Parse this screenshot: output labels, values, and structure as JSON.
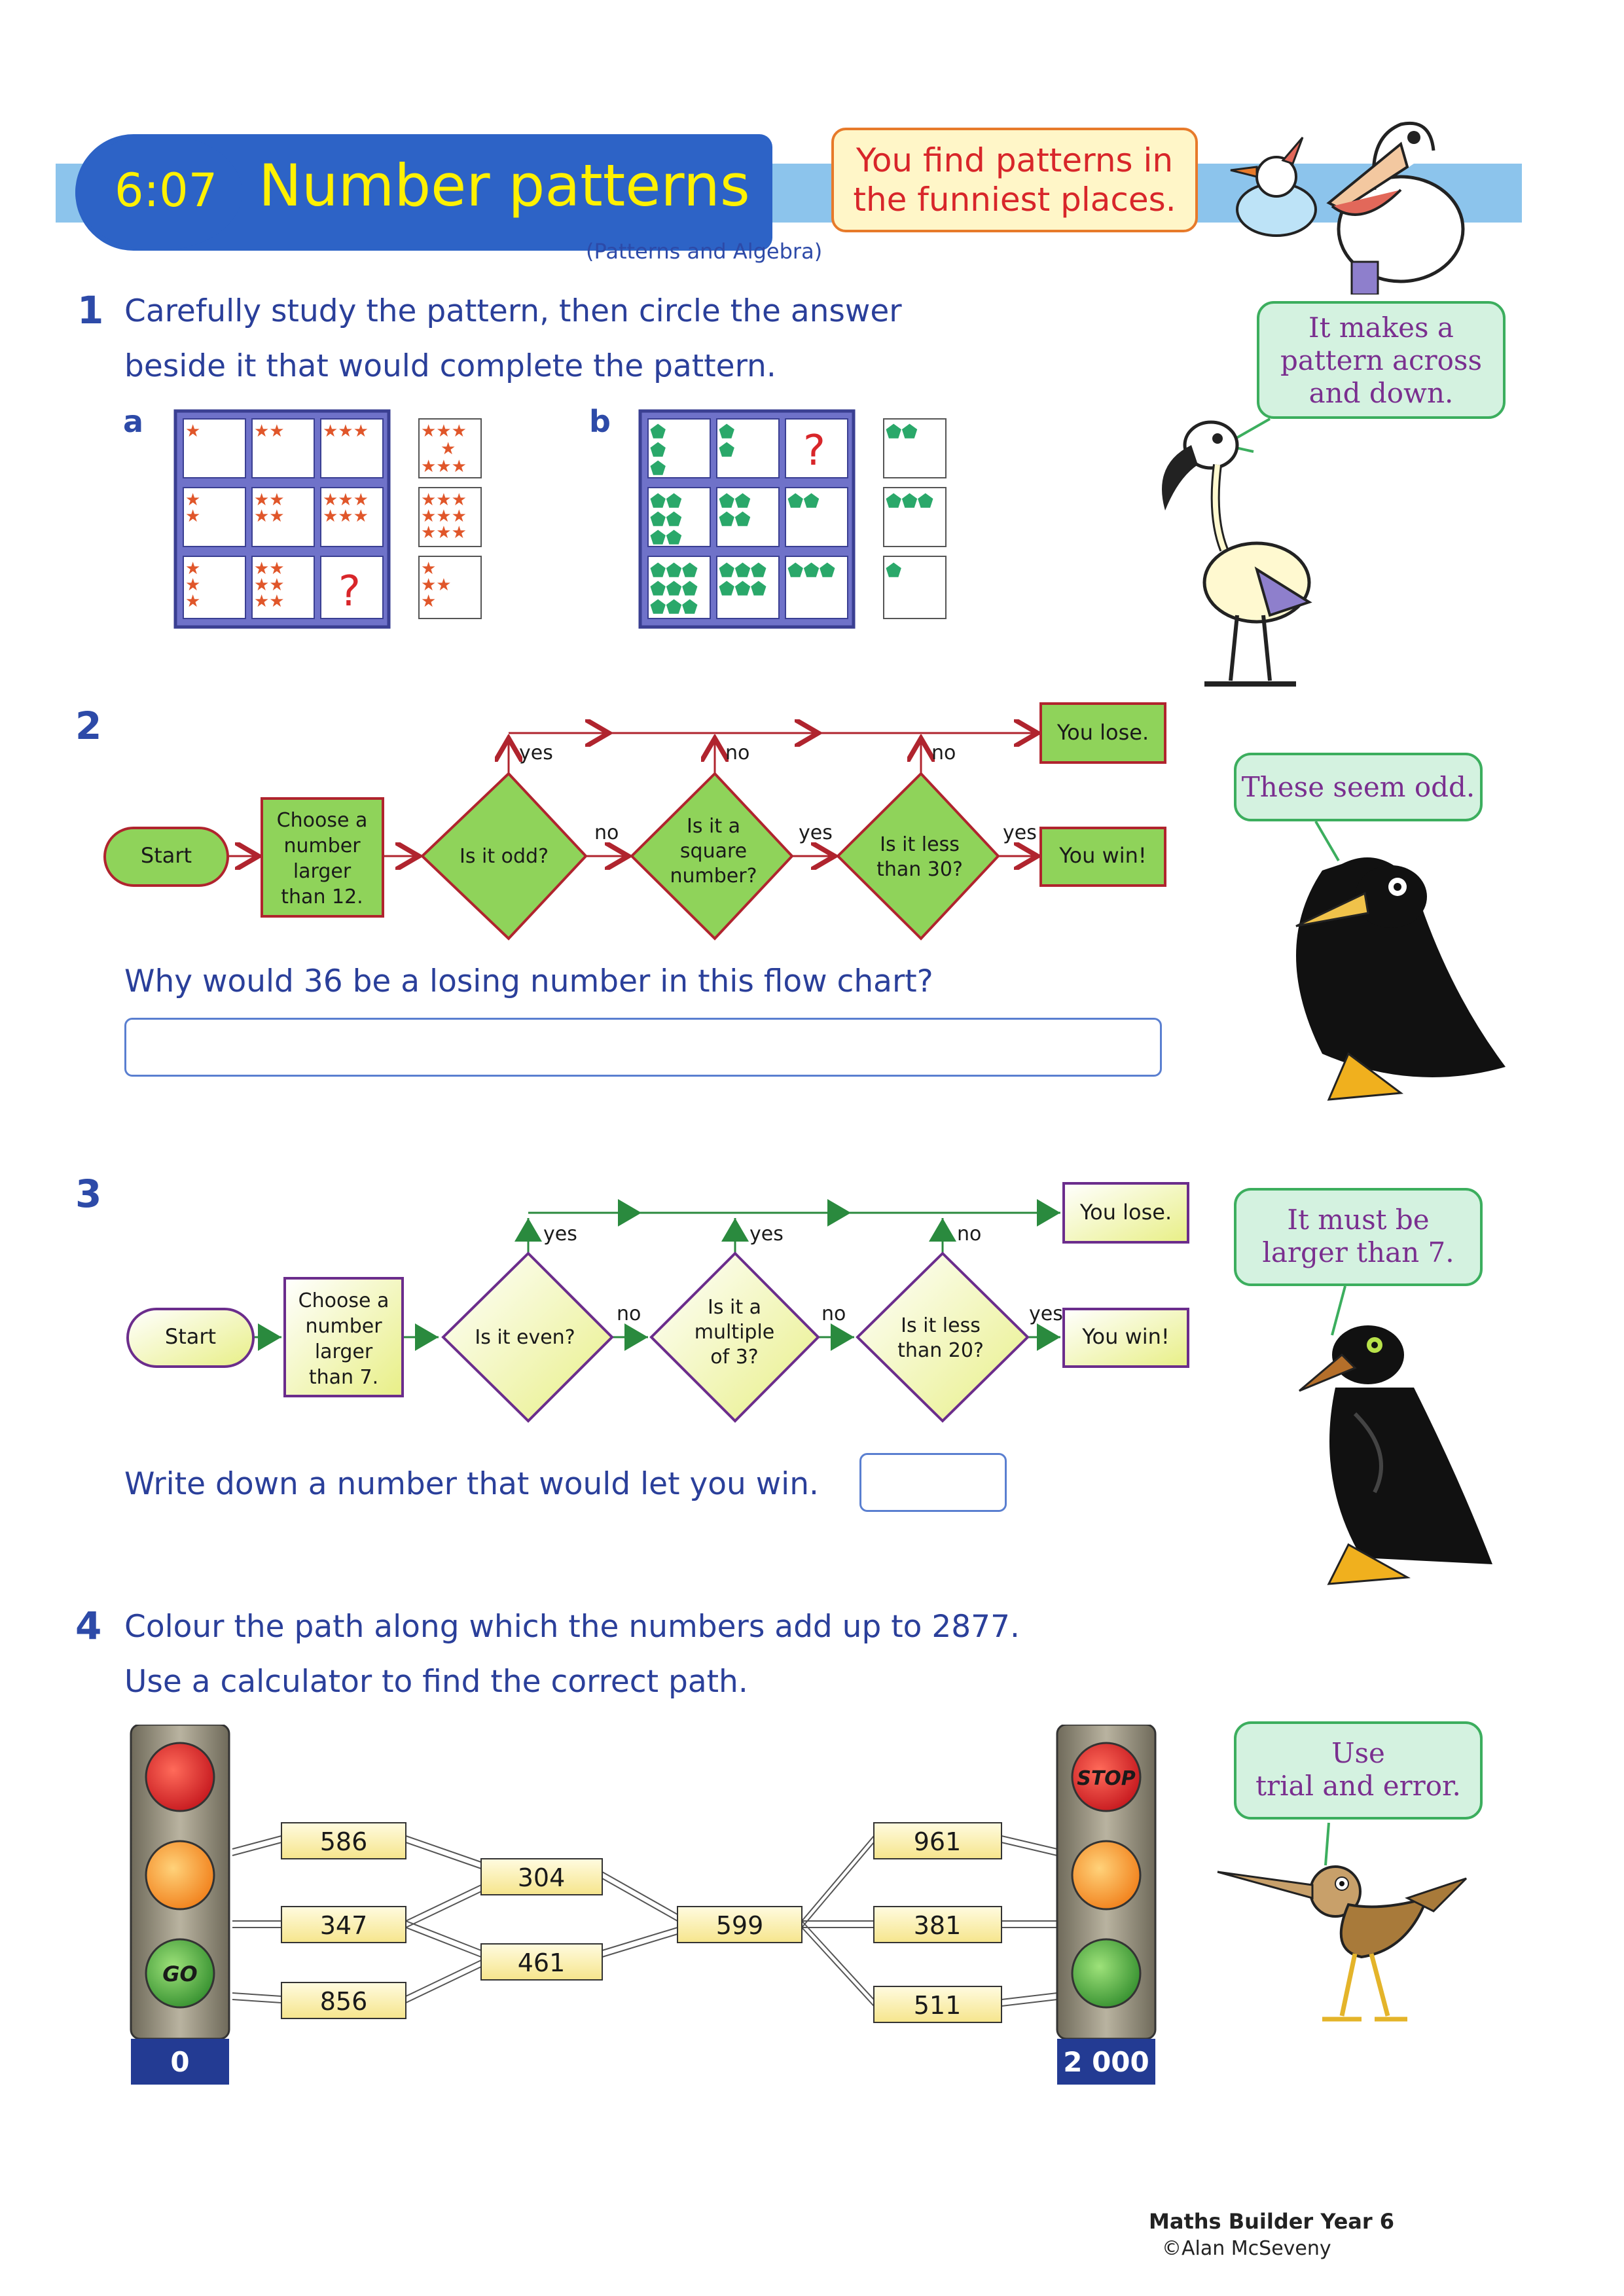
{
  "header": {
    "code": "6:07",
    "title": "Number patterns",
    "subtitle": "(Patterns and Algebra)",
    "callout": [
      "You find patterns in",
      "the funniest places."
    ]
  },
  "q1": {
    "number": "1",
    "text_line1": "Carefully study the pattern, then circle the answer",
    "text_line2": "beside it that would complete the pattern.",
    "label_a": "a",
    "label_b": "b",
    "missing": "?",
    "bubble": [
      "It makes a",
      "pattern across",
      "and down."
    ]
  },
  "q2": {
    "number": "2",
    "start": "Start",
    "choose": [
      "Choose a",
      "number",
      "larger",
      "than 12."
    ],
    "d1": [
      "Is it odd?"
    ],
    "d2": [
      "Is it a",
      "square",
      "number?"
    ],
    "d3": [
      "Is it less",
      "than 30?"
    ],
    "lose": "You lose.",
    "win": "You win!",
    "top_labels": [
      "yes",
      "no",
      "no"
    ],
    "side_labels": [
      "no",
      "yes",
      "yes"
    ],
    "question": "Why would 36 be a losing number in this flow chart?",
    "answer": "",
    "bubble": [
      "These seem odd."
    ]
  },
  "q3": {
    "number": "3",
    "start": "Start",
    "choose": [
      "Choose a",
      "number",
      "larger",
      "than 7."
    ],
    "d1": [
      "Is it even?"
    ],
    "d2": [
      "Is it a",
      "multiple",
      "of 3?"
    ],
    "d3": [
      "Is it less",
      "than 20?"
    ],
    "lose": "You lose.",
    "win": "You win!",
    "top_labels": [
      "yes",
      "yes",
      "no"
    ],
    "side_labels": [
      "no",
      "no",
      "yes"
    ],
    "question": "Write down a number that would let you win.",
    "answer": "",
    "bubble": [
      "It must be",
      "larger than 7."
    ]
  },
  "q4": {
    "number": "4",
    "text_line1": "Colour the path along which the numbers add up to 2877.",
    "text_line2": "Use a calculator to find the correct path.",
    "left_light": {
      "go": "GO",
      "value": "0"
    },
    "right_light": {
      "stop": "STOP",
      "value": "2 000"
    },
    "col1": [
      "586",
      "347",
      "856"
    ],
    "col2": [
      "304",
      "461"
    ],
    "center": "599",
    "col4": [
      "961",
      "381",
      "511"
    ],
    "bubble": [
      "Use",
      "trial and error."
    ]
  },
  "footer": {
    "book": "Maths Builder Year 6",
    "author": "©Alan McSeveny"
  },
  "colors": {
    "title_blue": "#2d63c6",
    "title_yellow": "#fff100",
    "green_box": "#8fd35a",
    "red_border": "#b0242e",
    "yellow_box": "#fbfbc4",
    "purple_border": "#6b2d8c"
  }
}
